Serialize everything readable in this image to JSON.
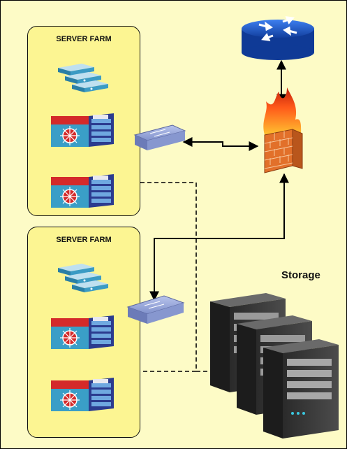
{
  "farms": [
    {
      "title": "SERVER FARM"
    },
    {
      "title": "SERVER FARM"
    }
  ],
  "storage": {
    "label": "Storage"
  },
  "icons": {
    "router": "router-icon",
    "firewall": "firewall-icon",
    "switch": "switch-icon",
    "server_stack": "server-stack-icon",
    "core_switch": "multilayer-switch-icon",
    "storage_servers": "storage-server-icon"
  },
  "colors": {
    "background": "#fdfbc6",
    "farm_fill": "#fcf592",
    "router": "#1f57c9",
    "firewall_brick": "#e2702a",
    "switch": "#8596c9"
  }
}
